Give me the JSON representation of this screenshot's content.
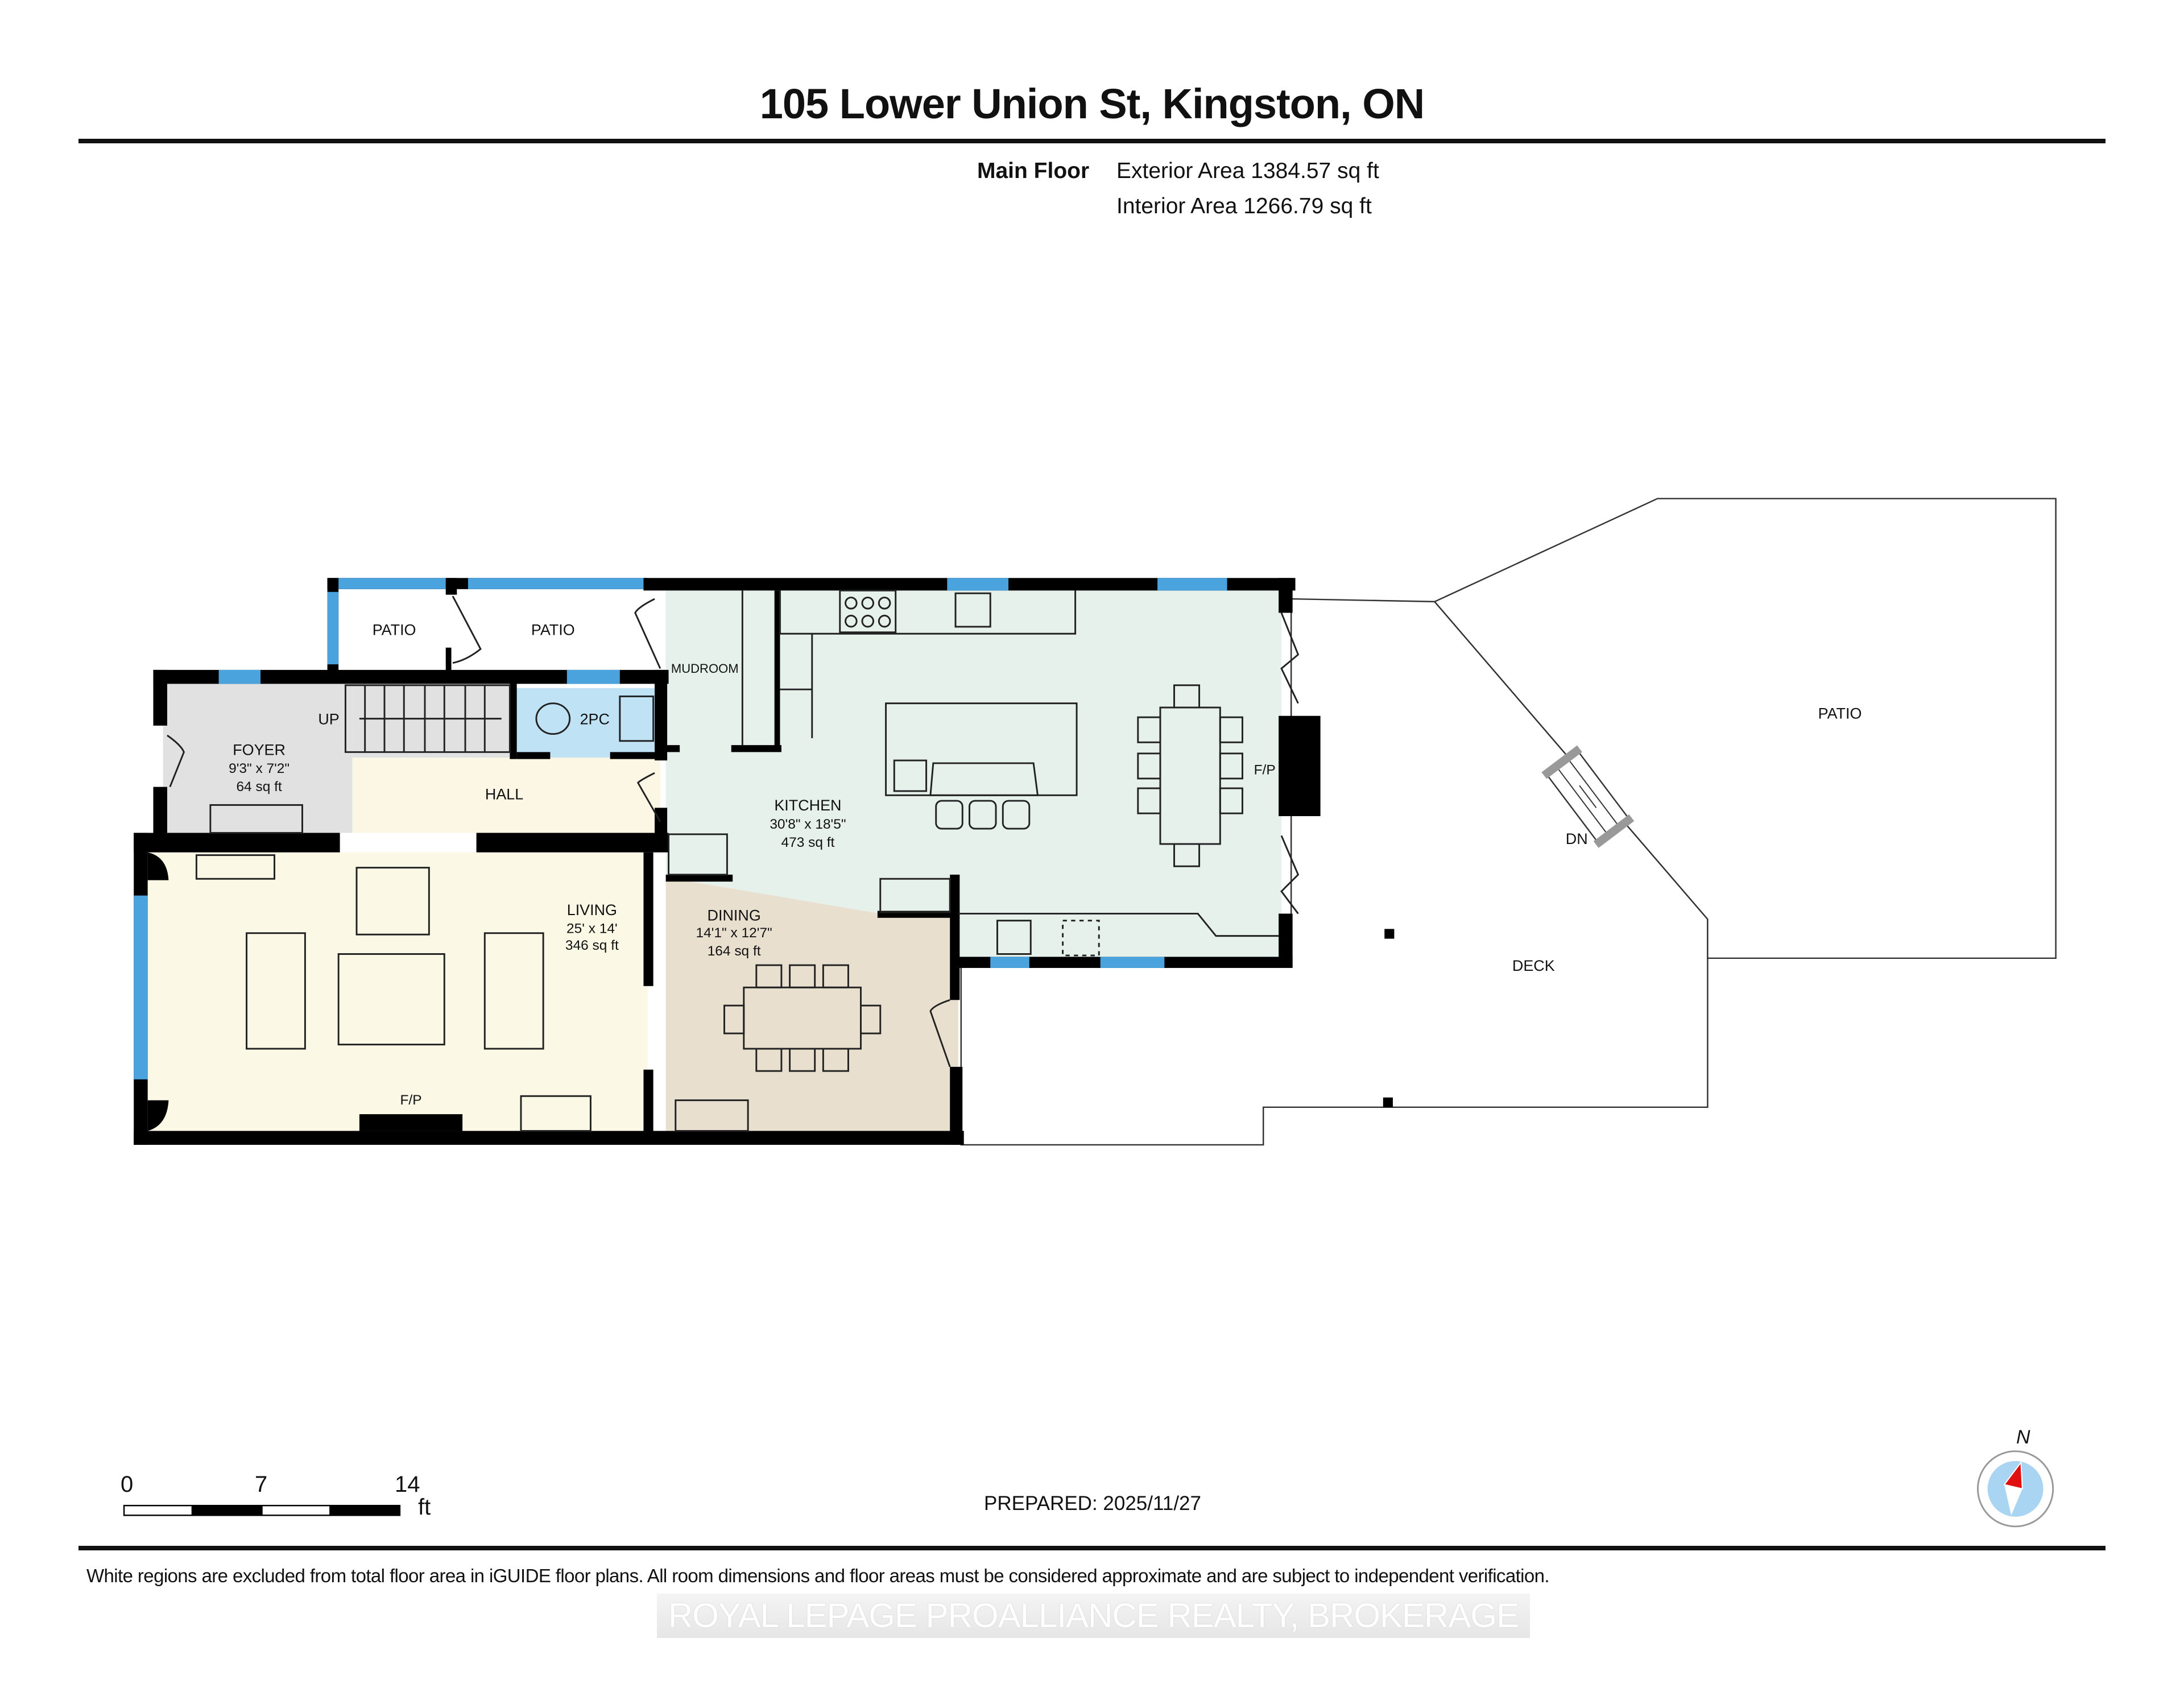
{
  "header": {
    "title": "105 Lower Union St, Kingston, ON",
    "floor_label": "Main Floor",
    "exterior_area": "Exterior Area 1384.57 sq ft",
    "interior_area": "Interior Area 1266.79 sq ft"
  },
  "rooms": {
    "patio_left": {
      "name": "PATIO"
    },
    "patio_mid": {
      "name": "PATIO"
    },
    "mudroom": {
      "name": "MUDROOM"
    },
    "foyer": {
      "name": "FOYER",
      "dims": "9'3\" x 7'2\"",
      "area": "64 sq ft"
    },
    "stairs": {
      "label": "UP"
    },
    "powder": {
      "name": "2PC"
    },
    "hall": {
      "name": "HALL"
    },
    "kitchen": {
      "name": "KITCHEN",
      "dims": "30'8\" x 18'5\"",
      "area": "473 sq ft",
      "fireplace": "F/P"
    },
    "living": {
      "name": "LIVING",
      "dims": "25' x 14'",
      "area": "346 sq ft",
      "fireplace": "F/P"
    },
    "dining": {
      "name": "DINING",
      "dims": "14'1\" x 12'7\"",
      "area": "164 sq ft"
    },
    "deck": {
      "name": "DECK",
      "stairs": "DN"
    },
    "patio_right": {
      "name": "PATIO"
    }
  },
  "colors": {
    "wall": "#000000",
    "window": "#4aa3dc",
    "foyer": "#e1e1e1",
    "hall": "#fbf7e4",
    "living": "#fcf8e6",
    "kitchen": "#e6f1ec",
    "dining": "#e9dfcf",
    "powder": "#bfe2f5",
    "mudroom": "#e0e0e0",
    "compass_needle": "#e01010",
    "compass_face": "#a9d5f2"
  },
  "scale_bar": {
    "ticks": [
      "0",
      "7",
      "14"
    ],
    "unit": "ft"
  },
  "compass": {
    "label": "N"
  },
  "footer": {
    "prepared": "PREPARED: 2025/11/27",
    "disclaimer": "White regions are excluded from total floor area in iGUIDE floor plans. All room dimensions and floor areas must be considered approximate and are subject to independent verification.",
    "watermark": "ROYAL LEPAGE PROALLIANCE REALTY, BROKERAGE"
  }
}
